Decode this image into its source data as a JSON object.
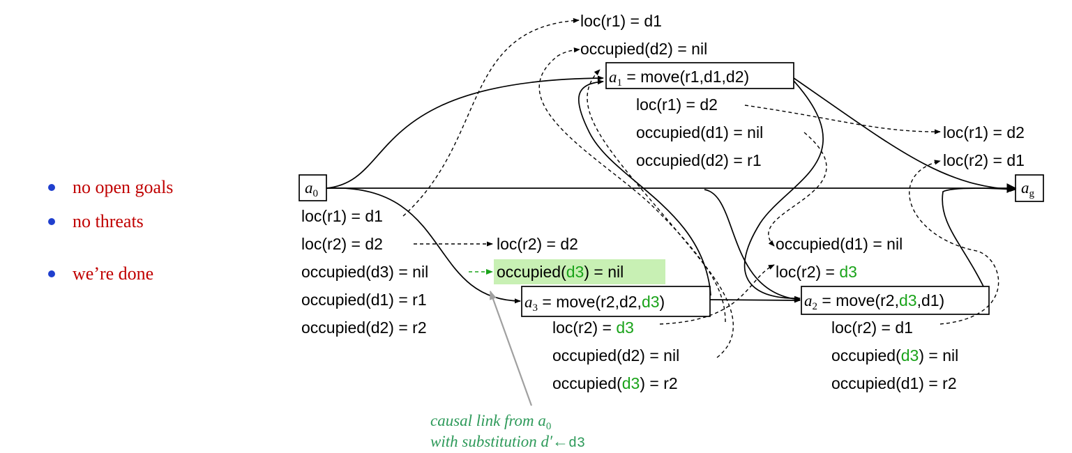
{
  "colors": {
    "bullet": "#1f3fce",
    "bullet_text": "#c00000",
    "green": "#1aa31a",
    "highlight": "#c8f0b4",
    "note": "#2e9a5a",
    "pointer": "#a0a0a0"
  },
  "bullets": [
    "no open goals",
    "no threats",
    "we’re done"
  ],
  "actions": {
    "a0": {
      "sym": "a",
      "sub": "0",
      "text": ""
    },
    "ag": {
      "sym": "a",
      "sub": "g",
      "text": ""
    },
    "a1": {
      "sym": "a",
      "sub": "1",
      "text": " = move(r1,d1,d2)"
    },
    "a3": {
      "sym": "a",
      "sub": "3",
      "pre": " = move(r2,d2,",
      "green": "d3",
      "post": ")"
    },
    "a2": {
      "sym": "a",
      "sub": "2",
      "pre": " = move(r2,",
      "green": "d3",
      "post": ",d1)"
    }
  },
  "a0_effects": [
    "loc(r1) = d1",
    "loc(r2) = d2",
    "occupied(d3) = nil",
    "occupied(d1) = r1",
    "occupied(d2) = r2"
  ],
  "a1_pre": [
    "loc(r1) = d1",
    "occupied(d2) = nil"
  ],
  "a1_eff": [
    "loc(r1) = d2",
    "occupied(d1) = nil",
    "occupied(d2) = r1"
  ],
  "ag_pre": [
    "loc(r1) = d2",
    "loc(r2) = d1"
  ],
  "a3_pre": {
    "p1": "loc(r2) = d2",
    "p2": {
      "pre": "occupied(",
      "green": "d3",
      "post": ") = nil"
    }
  },
  "a3_eff": {
    "e1": {
      "pre": "loc(r2) = ",
      "green": "d3",
      "post": ""
    },
    "e2": "occupied(d2) = nil",
    "e3": {
      "pre": "occupied(",
      "green": "d3",
      "post": ") = r2"
    }
  },
  "a2_pre": {
    "p1": "occupied(d1) = nil",
    "p2": {
      "pre": "loc(r2) = ",
      "green": "d3",
      "post": ""
    }
  },
  "a2_eff": {
    "e1": "loc(r2) = d1",
    "e2": {
      "pre": "occupied(",
      "green": "d3",
      "post": ") = nil"
    },
    "e3": "occupied(d1) = r2"
  },
  "note": {
    "line1_pre": "causal link from a",
    "line1_sub": "0",
    "line2_pre": "with substitution d′←",
    "line2_code": "d3"
  }
}
